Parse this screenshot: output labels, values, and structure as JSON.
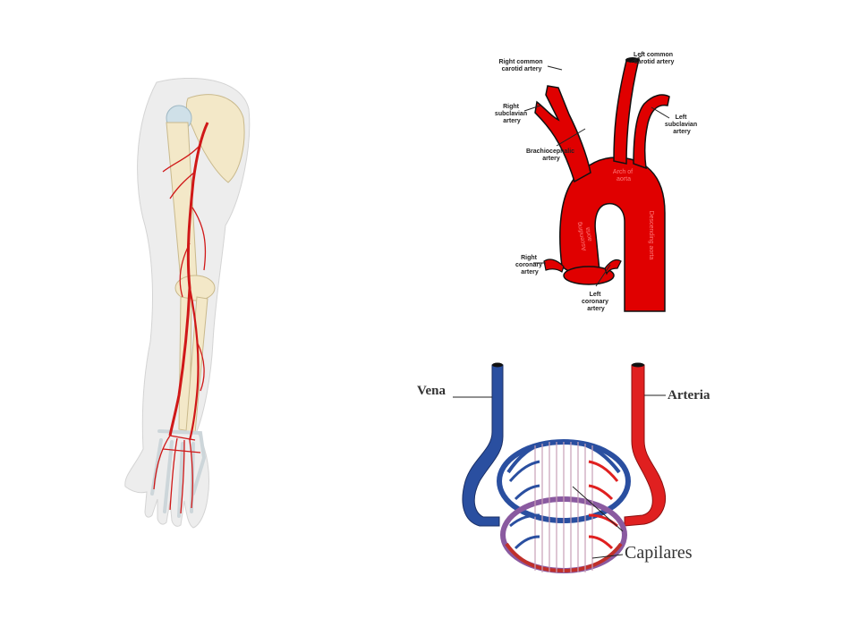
{
  "aorta_diagram": {
    "labels": {
      "left_common_carotid": [
        "Left common",
        "carotid artery"
      ],
      "right_common_carotid": [
        "Right common",
        "carotid artery"
      ],
      "right_subclavian": [
        "Right",
        "subclavian",
        "artery"
      ],
      "left_subclavian": [
        "Left",
        "subclavian",
        "artery"
      ],
      "brachiocephalic": [
        "Brachiocephalic",
        "artery"
      ],
      "arch_of_aorta": [
        "Arch of",
        "aorta"
      ],
      "ascending_aorta": [
        "Ascending",
        "aorta"
      ],
      "descending_aorta": "Descending aorta",
      "right_coronary": [
        "Right",
        "coronary",
        "artery"
      ],
      "left_coronary": [
        "Left",
        "coronary",
        "artery"
      ]
    }
  },
  "capillary_diagram": {
    "vein_label": "Vena",
    "artery_label": "Arteria",
    "capillaries_label": "Capilares"
  },
  "colors": {
    "artery_red": "#e00000",
    "vein_blue": "#2a4fa0",
    "bone": "#f3e8c8",
    "skin": "#ececec"
  }
}
